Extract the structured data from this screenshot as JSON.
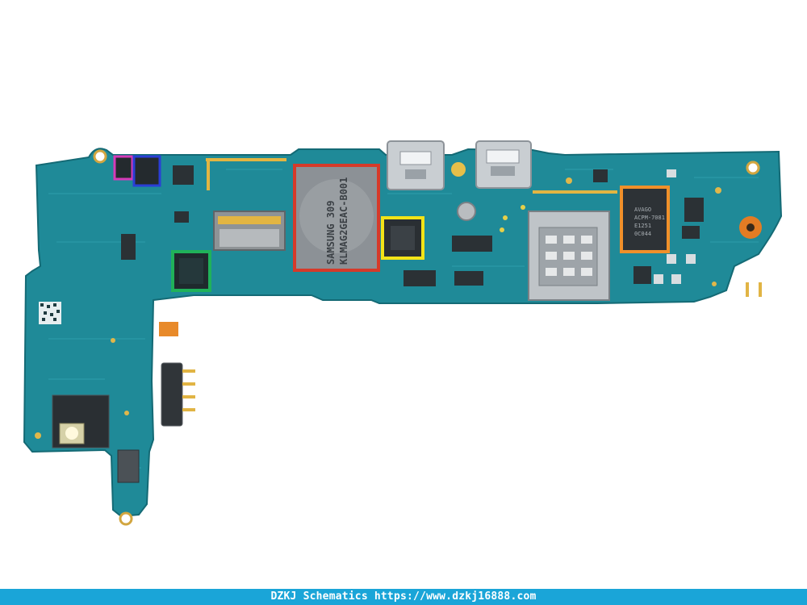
{
  "image": {
    "subject": "smartphone logic board",
    "highlight_colors": {
      "magenta": "#d63ab8",
      "blue": "#2a3fd6",
      "green": "#20b25a",
      "red": "#d63a2a",
      "yellow": "#f2e318",
      "orange": "#f0902a"
    },
    "chips": {
      "memory": {
        "line1": "SAMSUNG  309",
        "line2": "KLMAG2GEAC-B001"
      },
      "amp": {
        "line1": "AVAGO",
        "line2": "ACPM-7081",
        "line3": "E1251",
        "line4": "0C044"
      }
    }
  },
  "footer": {
    "text": "DZKJ Schematics https://www.dzkj16888.com",
    "background": "#1aa5d8"
  }
}
